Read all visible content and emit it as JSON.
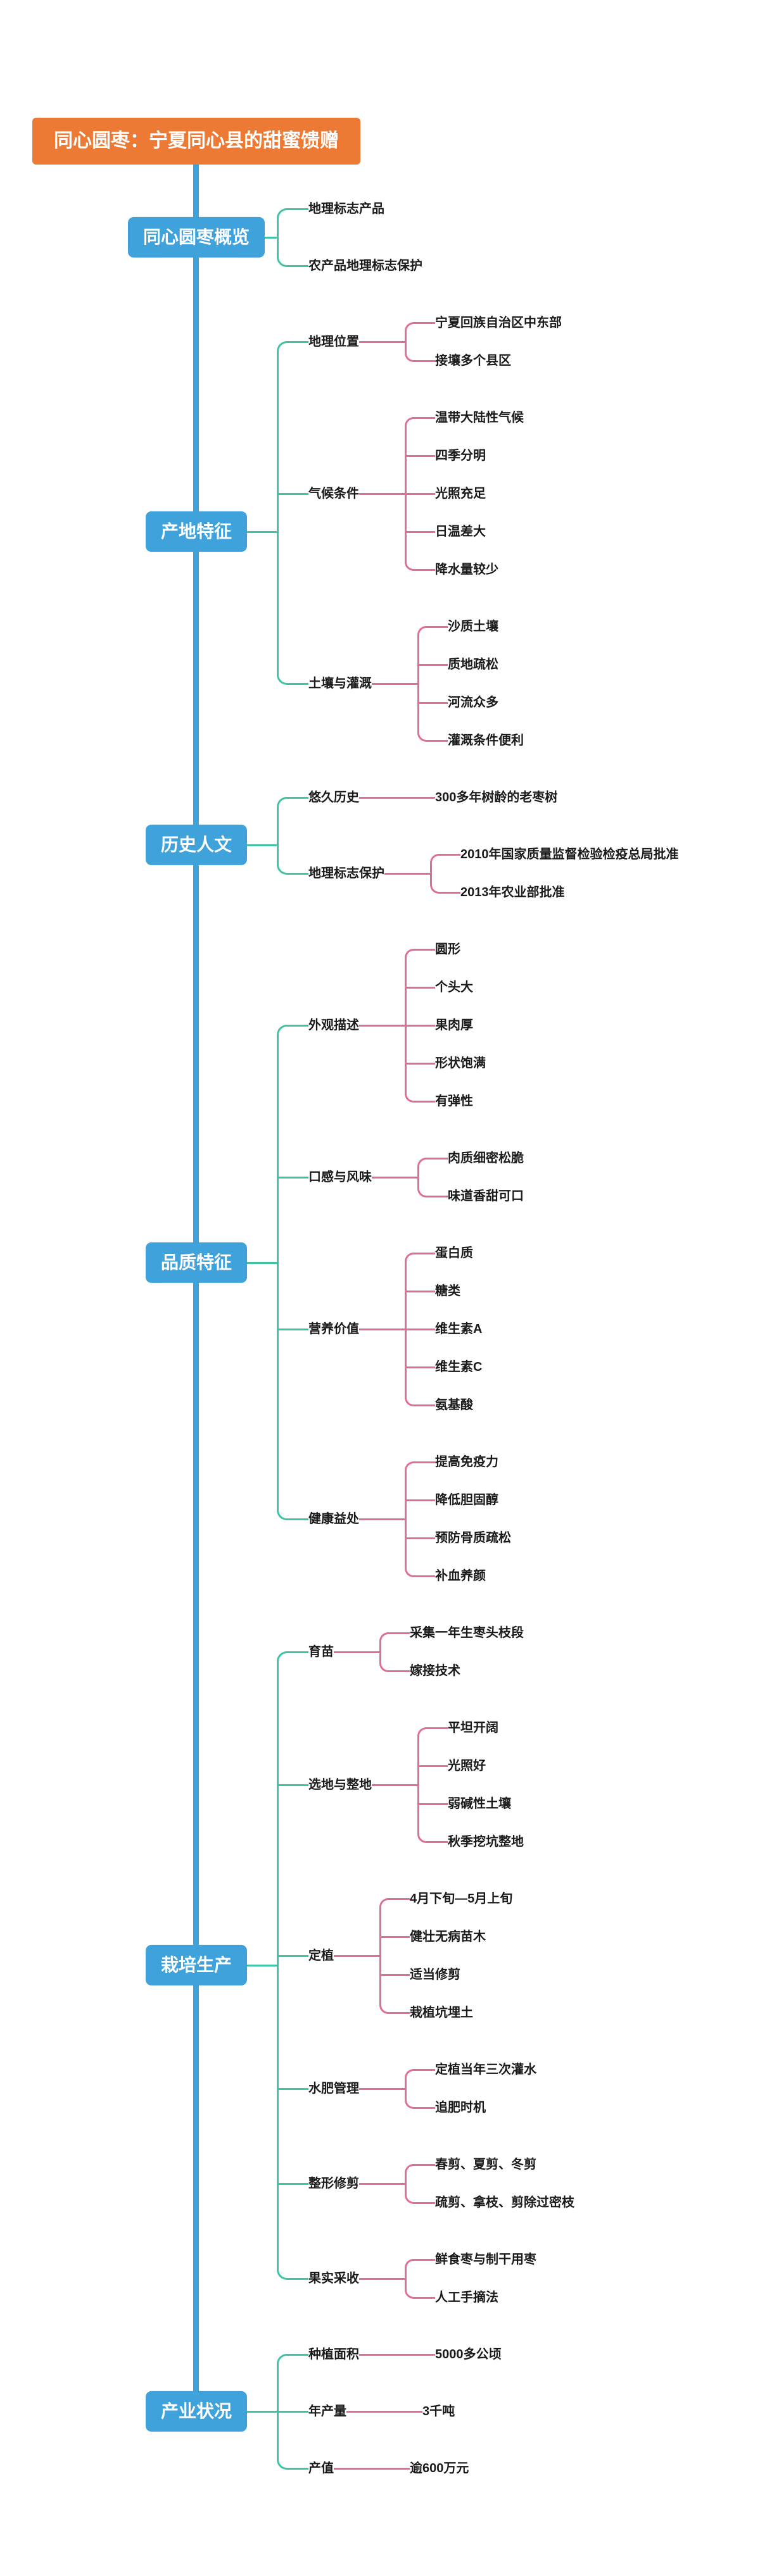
{
  "colors": {
    "root_fill": "#ed7a34",
    "branch_fill": "#3fa2db",
    "spine": "#3fa2db",
    "topic_connector": "#3ec3a5",
    "leaf_connector": "#e06e93",
    "text": "#1a1a1a",
    "node_text": "#ffffff",
    "background": "#ffffff"
  },
  "root": {
    "label": "同心圆枣：宁夏同心县的甜蜜馈赠"
  },
  "sections": [
    {
      "label": "同心圆枣概览",
      "topics": [
        {
          "label": "地理标志产品"
        },
        {
          "label": "农产品地理标志保护"
        }
      ]
    },
    {
      "label": "产地特征",
      "topics": [
        {
          "label": "地理位置",
          "leaves": [
            "宁夏回族自治区中东部",
            "接壤多个县区"
          ]
        },
        {
          "label": "气候条件",
          "leaves": [
            "温带大陆性气候",
            "四季分明",
            "光照充足",
            "日温差大",
            "降水量较少"
          ]
        },
        {
          "label": "土壤与灌溉",
          "leaves": [
            "沙质土壤",
            "质地疏松",
            "河流众多",
            "灌溉条件便利"
          ]
        }
      ]
    },
    {
      "label": "历史人文",
      "topics": [
        {
          "label": "悠久历史",
          "leaves": [
            "300多年树龄的老枣树"
          ]
        },
        {
          "label": "地理标志保护",
          "leaves": [
            "2010年国家质量监督检验检疫总局批准",
            "2013年农业部批准"
          ]
        }
      ]
    },
    {
      "label": "品质特征",
      "topics": [
        {
          "label": "外观描述",
          "leaves": [
            "圆形",
            "个头大",
            "果肉厚",
            "形状饱满",
            "有弹性"
          ]
        },
        {
          "label": "口感与风味",
          "leaves": [
            "肉质细密松脆",
            "味道香甜可口"
          ]
        },
        {
          "label": "营养价值",
          "leaves": [
            "蛋白质",
            "糖类",
            "维生素A",
            "维生素C",
            "氨基酸"
          ]
        },
        {
          "label": "健康益处",
          "leaves": [
            "提高免疫力",
            "降低胆固醇",
            "预防骨质疏松",
            "补血养颜"
          ]
        }
      ]
    },
    {
      "label": "栽培生产",
      "topics": [
        {
          "label": "育苗",
          "leaves": [
            "采集一年生枣头枝段",
            "嫁接技术"
          ]
        },
        {
          "label": "选地与整地",
          "leaves": [
            "平坦开阔",
            "光照好",
            "弱碱性土壤",
            "秋季挖坑整地"
          ]
        },
        {
          "label": "定植",
          "leaves": [
            "4月下旬—5月上旬",
            "健壮无病苗木",
            "适当修剪",
            "栽植坑埋土"
          ]
        },
        {
          "label": "水肥管理",
          "leaves": [
            "定植当年三次灌水",
            "追肥时机"
          ]
        },
        {
          "label": "整形修剪",
          "leaves": [
            "春剪、夏剪、冬剪",
            "疏剪、拿枝、剪除过密枝"
          ]
        },
        {
          "label": "果实采收",
          "leaves": [
            "鲜食枣与制干用枣",
            "人工手摘法"
          ]
        }
      ]
    },
    {
      "label": "产业状况",
      "topics": [
        {
          "label": "种植面积",
          "leaves": [
            "5000多公顷"
          ]
        },
        {
          "label": "年产量",
          "leaves": [
            "3千吨"
          ]
        },
        {
          "label": "产值",
          "leaves": [
            "逾600万元"
          ]
        }
      ]
    }
  ]
}
